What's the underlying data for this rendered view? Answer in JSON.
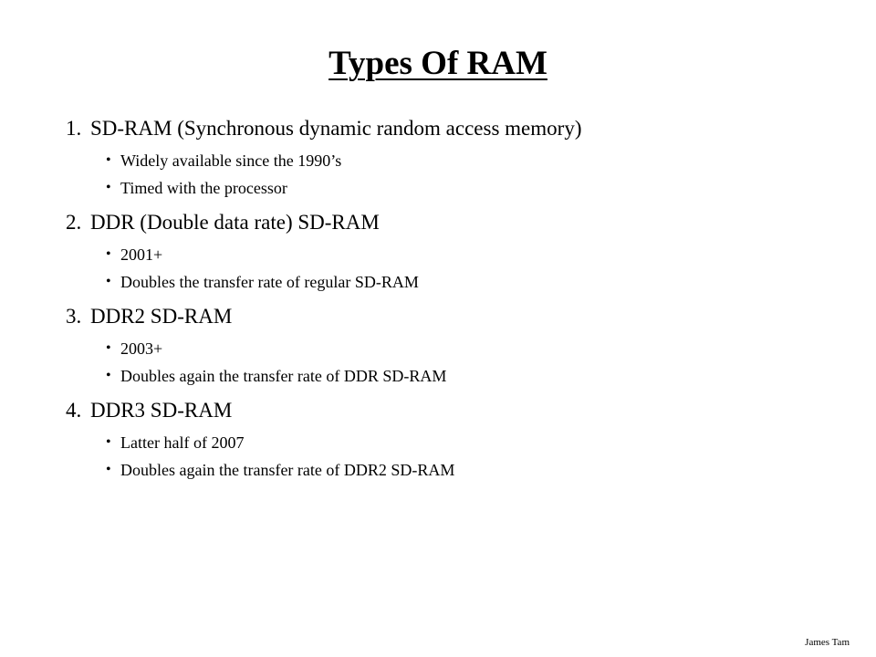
{
  "slide": {
    "title": "Types Of RAM",
    "items": [
      {
        "number": "1.",
        "text": "SD-RAM (Synchronous dynamic random access memory)",
        "bullets": [
          "Widely available since the 1990’s",
          "Timed with the processor"
        ]
      },
      {
        "number": "2.",
        "text": "DDR (Double data rate) SD-RAM",
        "bullets": [
          "2001+",
          "Doubles the transfer rate of regular SD-RAM"
        ]
      },
      {
        "number": "3.",
        "text": "DDR2 SD-RAM",
        "bullets": [
          "2003+",
          "Doubles again the transfer rate of DDR SD-RAM"
        ]
      },
      {
        "number": "4.",
        "text": "DDR3 SD-RAM",
        "bullets": [
          "Latter half of 2007",
          "Doubles again the transfer rate of DDR2 SD-RAM"
        ]
      }
    ],
    "bullet_glyph": "•",
    "footer": "James Tam"
  }
}
